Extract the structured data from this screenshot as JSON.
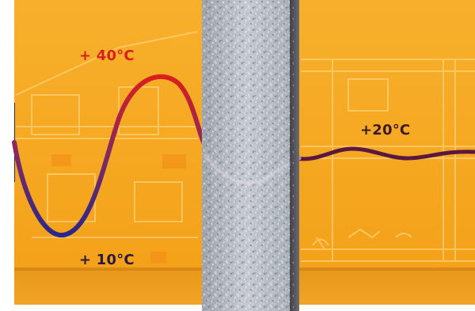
{
  "labels": {
    "outside_max": "+ 40°C",
    "outside_min": "+ 10°C",
    "inside": "+20°C"
  },
  "colors": {
    "background": "#f5a623",
    "hot_wave": "#e0201a",
    "cold_wave": "#2a2f9a",
    "damped_wave": "#5a1840",
    "wall": "#b8bcc4"
  }
}
